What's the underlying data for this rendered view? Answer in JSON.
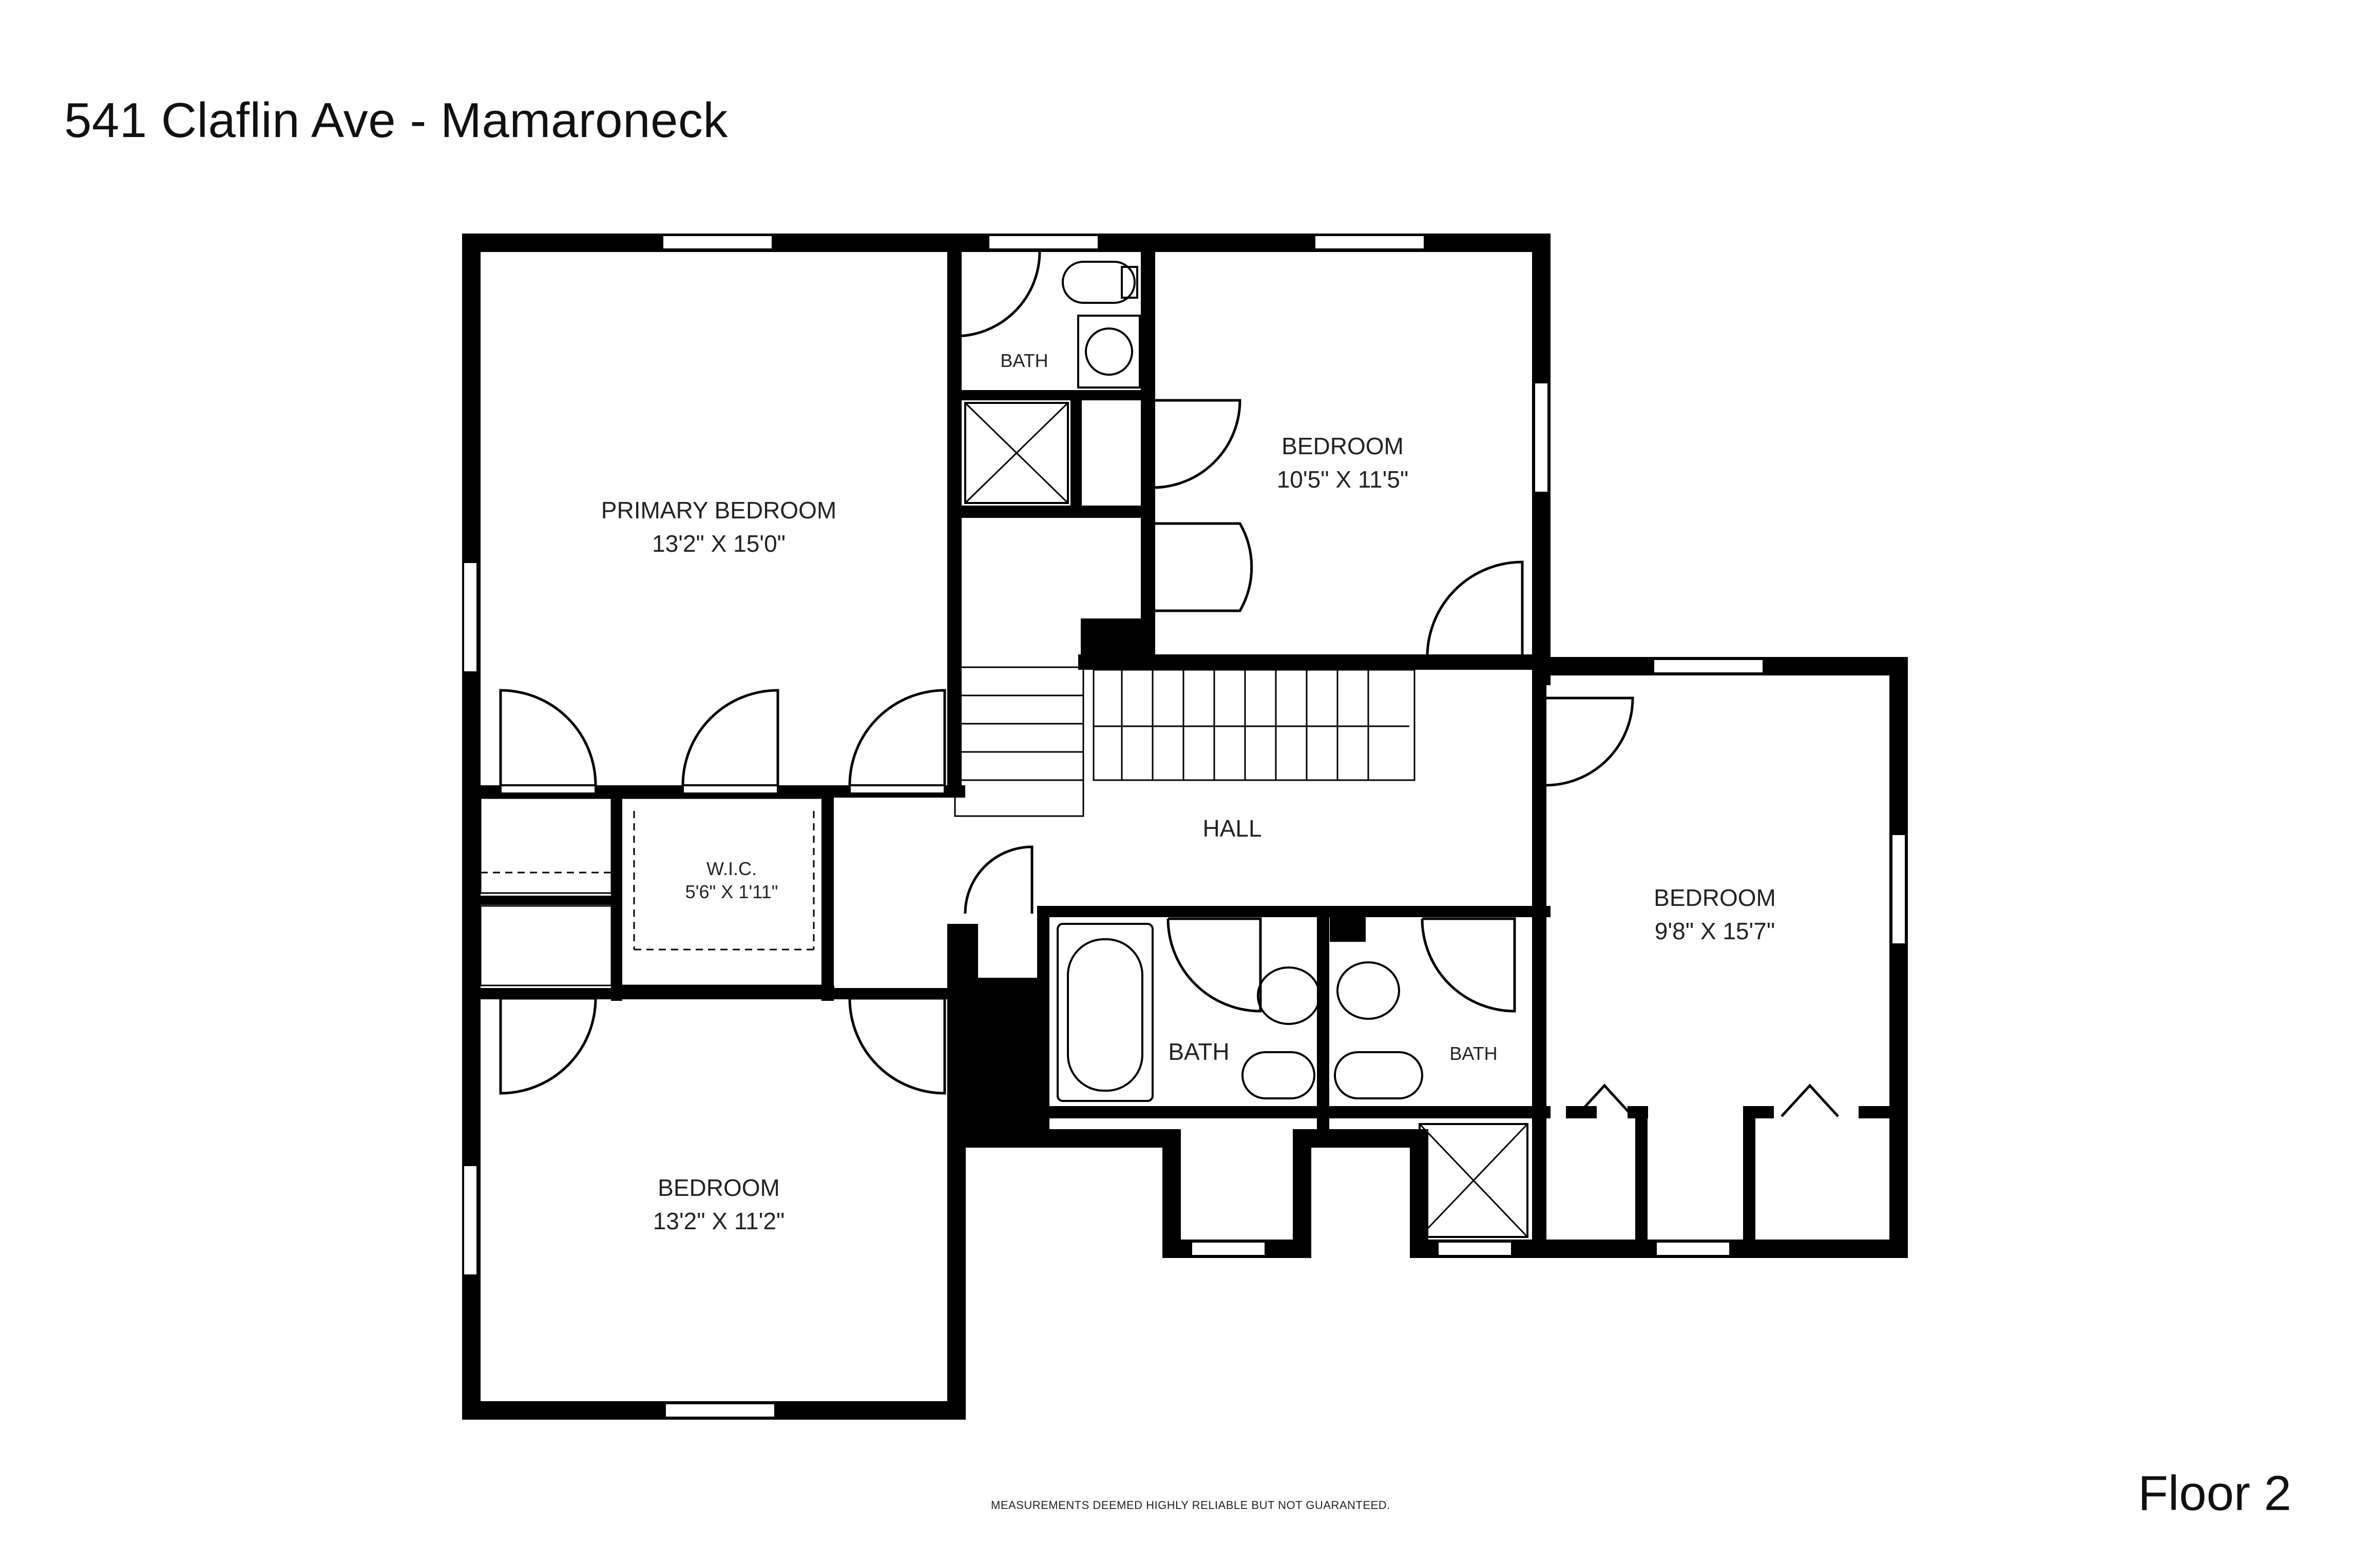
{
  "title": "541 Claflin Ave - Mamaroneck",
  "floor_label": "Floor 2",
  "disclaimer": "MEASUREMENTS DEEMED HIGHLY RELIABLE BUT NOT GUARANTEED.",
  "rooms": {
    "primary_bedroom": {
      "name": "PRIMARY BEDROOM",
      "dims": "13'2\" X 15'0\""
    },
    "bedroom_ne": {
      "name": "BEDROOM",
      "dims": "10'5\" X 11'5\""
    },
    "bedroom_e": {
      "name": "BEDROOM",
      "dims": "9'8\" X 15'7\""
    },
    "bedroom_sw": {
      "name": "BEDROOM",
      "dims": "13'2\" X 11'2\""
    },
    "wic": {
      "name": "W.I.C.",
      "dims": "5'6\" X 1'11\""
    },
    "bath_top": {
      "name": "BATH"
    },
    "bath_middle": {
      "name": "BATH"
    },
    "bath_right": {
      "name": "BATH"
    },
    "hall": {
      "name": "HALL"
    }
  }
}
